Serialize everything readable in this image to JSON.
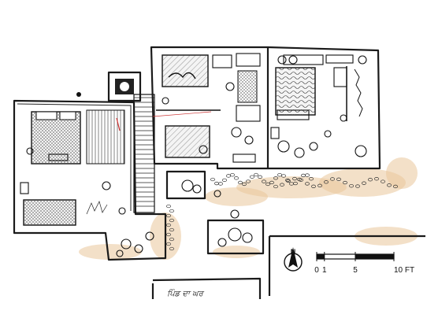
{
  "north_arrow": {
    "letter": "N"
  },
  "scale_bar": {
    "unit": "FT",
    "labels": [
      {
        "text": "0",
        "value": 0
      },
      {
        "text": "1",
        "value": 1
      },
      {
        "text": "5",
        "value": 5
      },
      {
        "text": "10 FT",
        "value": 10
      }
    ]
  },
  "caption": {
    "text": "ਪਿੰਡ ਦਾ ਘਰ"
  },
  "colors": {
    "ink": "#1a1a1a",
    "stain": "#e9c79a",
    "paper": "#ffffff"
  }
}
